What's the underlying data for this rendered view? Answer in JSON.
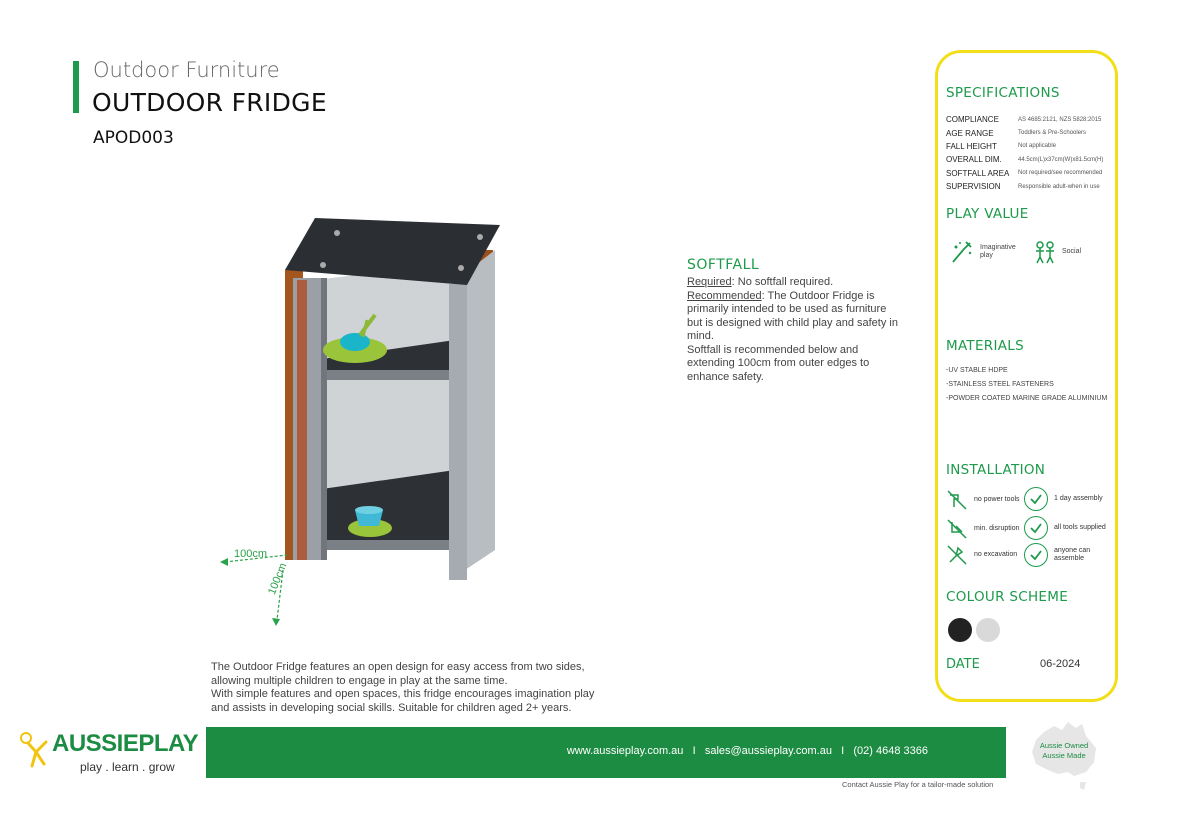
{
  "header": {
    "category": "Outdoor Furniture",
    "title": "OUTDOOR FRIDGE",
    "code": "APOD003"
  },
  "dimensions": {
    "side_a": "100cm",
    "side_b": "100cm"
  },
  "softfall": {
    "heading": "SOFTFALL",
    "required_label": "Required",
    "required_text": ": No softfall required.",
    "recommended_label": "Recommended",
    "recommended_text": ": The Outdoor Fridge is primarily intended to be used as furniture but is designed with child play and safety in mind.",
    "extra_text": "Softfall is recommended below and extending 100cm from outer edges to enhance safety."
  },
  "description": {
    "line1": "The Outdoor Fridge features an open design for easy access from two sides, allowing multiple children to engage in play at the same time.",
    "line2": "With simple features and open spaces, this fridge encourages imagination play and assists in developing social skills. Suitable for children aged 2+ years."
  },
  "specs": {
    "heading": "SPECIFICATIONS",
    "rows": [
      {
        "key": "COMPLIANCE",
        "value": "AS 4685:2121, NZS 5828:2015"
      },
      {
        "key": "AGE RANGE",
        "value": "Toddlers & Pre-Schoolers"
      },
      {
        "key": "FALL HEIGHT",
        "value": "Not applicable"
      },
      {
        "key": "OVERALL DIM.",
        "value": "44.5cm(L)x37cm(W)x81.5cm(H)"
      },
      {
        "key": "SOFTFALL AREA",
        "value": "Not required/see recommended"
      },
      {
        "key": "SUPERVISION",
        "value": "Responsible adult-when in use"
      }
    ]
  },
  "play_value": {
    "heading": "PLAY VALUE",
    "items": [
      {
        "icon": "imaginative-play-icon",
        "label": "Imaginative play"
      },
      {
        "icon": "social-icon",
        "label": "Social"
      }
    ]
  },
  "materials": {
    "heading": "MATERIALS",
    "items": [
      "-UV STABLE HDPE",
      "-STAINLESS STEEL FASTENERS",
      "-POWDER COATED MARINE GRADE ALUMINIUM"
    ]
  },
  "installation": {
    "heading": "INSTALLATION",
    "items": [
      {
        "icon": "no-power-tools-icon",
        "label": "no power tools"
      },
      {
        "icon": "check-icon",
        "label": "1 day assembly"
      },
      {
        "icon": "min-disruption-icon",
        "label": "min. disruption"
      },
      {
        "icon": "check-icon",
        "label": "all tools supplied"
      },
      {
        "icon": "no-excavation-icon",
        "label": "no excavation"
      },
      {
        "icon": "check-icon",
        "label": "anyone can assemble"
      }
    ]
  },
  "colour_scheme": {
    "heading": "COLOUR SCHEME",
    "colors": [
      "#222222",
      "#d9d9d9"
    ]
  },
  "date": {
    "label": "DATE",
    "value": "06-2024"
  },
  "footer": {
    "website": "www.aussieplay.com.au",
    "email": "sales@aussieplay.com.au",
    "phone": "(02) 4648 3366",
    "separator": "I",
    "tailor": "Contact Aussie Play for a tailor-made solution"
  },
  "logo": {
    "aussie": "AUSSIE",
    "play": "PLAY",
    "tagline": "play . learn . grow"
  },
  "badge": {
    "line1": "Aussie Owned",
    "line2": "Aussie Made"
  },
  "colors": {
    "brand_green": "#1d8c43",
    "accent_yellow": "#f2df1a"
  }
}
